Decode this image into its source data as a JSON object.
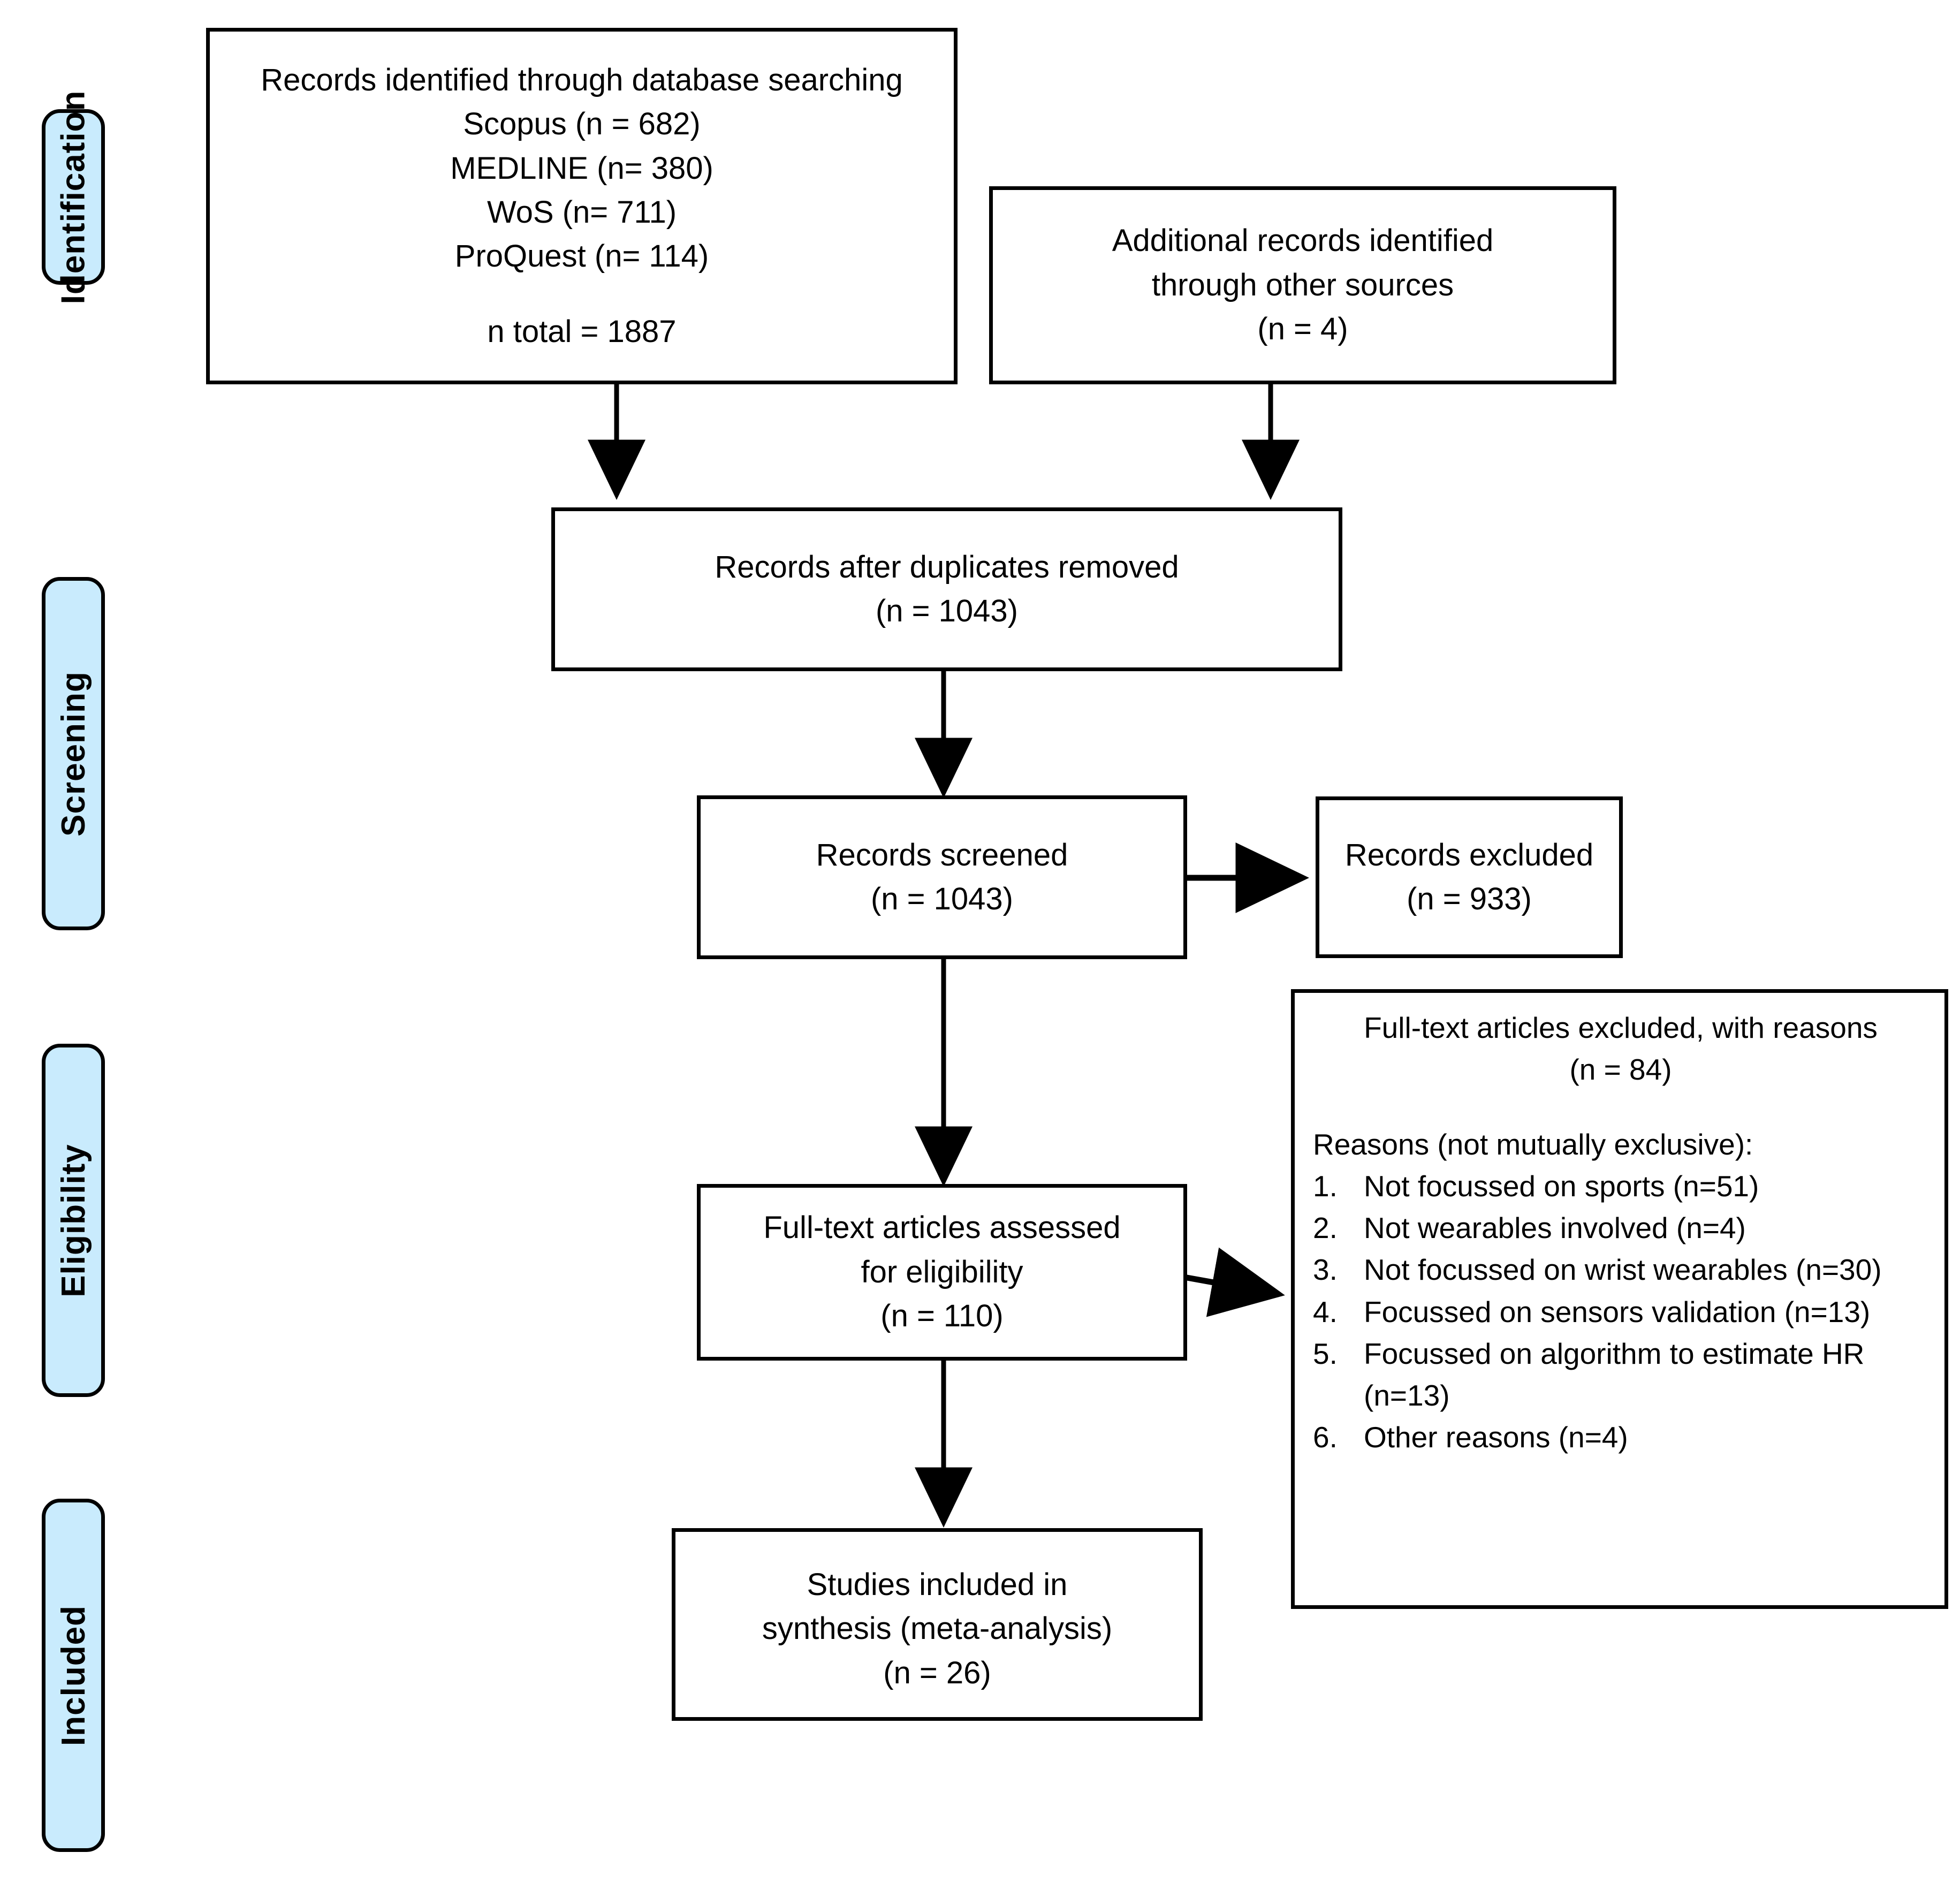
{
  "diagram": {
    "title": "PRISMA flow diagram",
    "accent_color": "#C9EBFD",
    "line_color": "#000000",
    "stages": [
      {
        "label": "Identification"
      },
      {
        "label": "Screening"
      },
      {
        "label": "Eligibility"
      },
      {
        "label": "Included"
      }
    ],
    "boxes": {
      "database_search": {
        "lines": [
          "Records identified through database searching",
          "Scopus (n = 682)",
          "MEDLINE (n= 380)",
          "WoS (n= 711)",
          "ProQuest (n= 114)",
          "",
          "n total = 1887"
        ]
      },
      "other_sources": {
        "lines": [
          "Additional records identified",
          "through other sources",
          "(n = 4)"
        ]
      },
      "duplicates_removed": {
        "lines": [
          "Records after duplicates removed",
          "(n = 1043)"
        ]
      },
      "records_screened": {
        "lines": [
          "Records screened",
          "(n = 1043)"
        ]
      },
      "records_excluded": {
        "lines": [
          "Records excluded",
          "(n = 933)"
        ]
      },
      "fulltext_assessed": {
        "lines": [
          "Full-text articles assessed",
          "for eligibility",
          "(n = 110)"
        ]
      },
      "fulltext_excluded": {
        "heading_line1": "Full-text articles excluded, with reasons",
        "heading_line2": "(n = 84)",
        "reasons_header": "Reasons (not mutually exclusive):",
        "reasons": [
          {
            "num": "1.",
            "text": "Not focussed on sports (n=51)"
          },
          {
            "num": "2.",
            "text": "Not wearables involved (n=4)"
          },
          {
            "num": "3.",
            "text": "Not focussed on wrist wearables (n=30)"
          },
          {
            "num": "4.",
            "text": "Focussed on sensors validation (n=13)"
          },
          {
            "num": "5.",
            "text": "Focussed on algorithm to estimate HR (n=13)"
          },
          {
            "num": "6.",
            "text": "Other reasons (n=4)"
          }
        ]
      },
      "studies_included": {
        "lines": [
          "Studies included in",
          "synthesis (meta-analysis)",
          "(n = 26)"
        ]
      }
    },
    "counts": {
      "scopus": 682,
      "medline": 380,
      "wos": 711,
      "proquest": 114,
      "total_identified": 1887,
      "other_sources": 4,
      "after_duplicates": 1043,
      "screened": 1043,
      "excluded_screening": 933,
      "fulltext_assessed": 110,
      "fulltext_excluded": 84,
      "included": 26,
      "reason_not_sports": 51,
      "reason_no_wearables": 4,
      "reason_not_wrist": 30,
      "reason_sensor_validation": 13,
      "reason_algorithm_hr": 13,
      "reason_other": 4
    }
  }
}
